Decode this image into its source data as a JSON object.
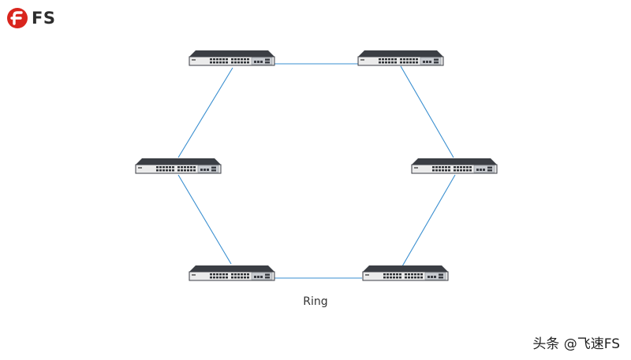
{
  "brand": {
    "logo_text": "FS",
    "logo_icon": "fs-logo-icon",
    "accent": "#d9251d"
  },
  "diagram": {
    "caption": "Ring",
    "topology": "ring",
    "device_icon": "network-switch-icon",
    "switch_count": 6,
    "link_color": "#3a8fd0",
    "links": [
      [
        "top-left",
        "top-right"
      ],
      [
        "top-right",
        "mid-right"
      ],
      [
        "mid-right",
        "bottom-right"
      ],
      [
        "bottom-right",
        "bottom-left"
      ],
      [
        "bottom-left",
        "mid-left"
      ],
      [
        "mid-left",
        "top-left"
      ]
    ]
  },
  "watermark": "头条 @飞速FS"
}
